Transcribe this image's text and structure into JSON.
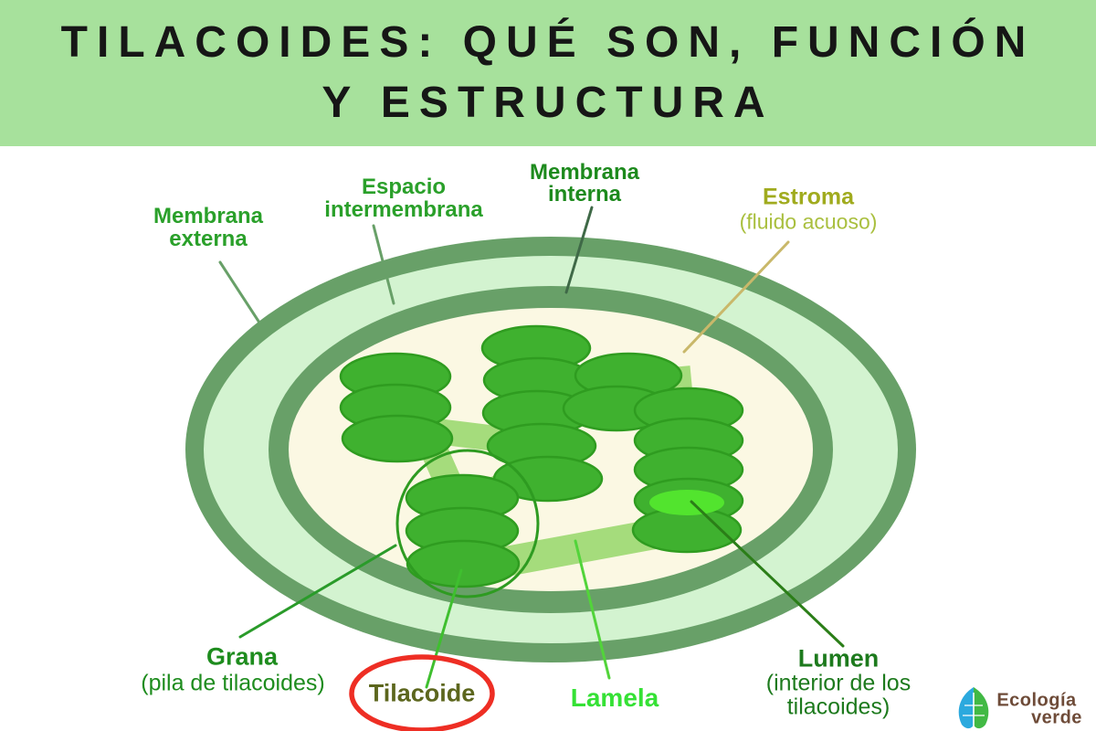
{
  "title": {
    "line1": "TILACOIDES: QUÉ SON, FUNCIÓN",
    "line2": "Y ESTRUCTURA"
  },
  "diagram": {
    "labels": {
      "membrana_externa": {
        "line1": "Membrana",
        "line2": "externa"
      },
      "espacio_intermembrana": {
        "line1": "Espacio",
        "line2": "intermembrana"
      },
      "membrana_interna": {
        "line1": "Membrana",
        "line2": "interna"
      },
      "estroma": {
        "name": "Estroma",
        "detail": "(fluido acuoso)"
      },
      "grana": {
        "name": "Grana",
        "detail": "(pila de tilacoides)"
      },
      "tilacoide": {
        "name": "Tilacoide"
      },
      "lamela": {
        "name": "Lamela"
      },
      "lumen": {
        "name": "Lumen",
        "detail_line1": "(interior de los",
        "detail_line2": "tilacoides)"
      }
    }
  },
  "logo": {
    "line1": "Ecología",
    "line2": "verde"
  },
  "colors": {
    "banner_bg": "#a7e19c",
    "title_text": "#161616",
    "membrane": "#68a068",
    "intermembrane_space": "#d3f3d0",
    "stroma_fill": "#fbf8e3",
    "thylakoid_fill": "#3fb12f",
    "thylakoid_stroke": "#2f9c20",
    "lamella_band": "#a5dc7c",
    "lumen_highlight": "#52e42e",
    "label_green": "#2aa02a",
    "label_dark_green": "#1d7a1d",
    "estroma_label": "#a0ab1e",
    "lamela_label": "#35e135",
    "tilacoide_label": "#5c661d",
    "grana_circle": "#2e9b21",
    "highlight_ring_red": "#ee2e24",
    "estroma_line": "#c9b86a",
    "logo_brown": "#6e4b38",
    "logo_leaf_blue": "#2ba9de",
    "logo_leaf_green": "#41b944"
  }
}
